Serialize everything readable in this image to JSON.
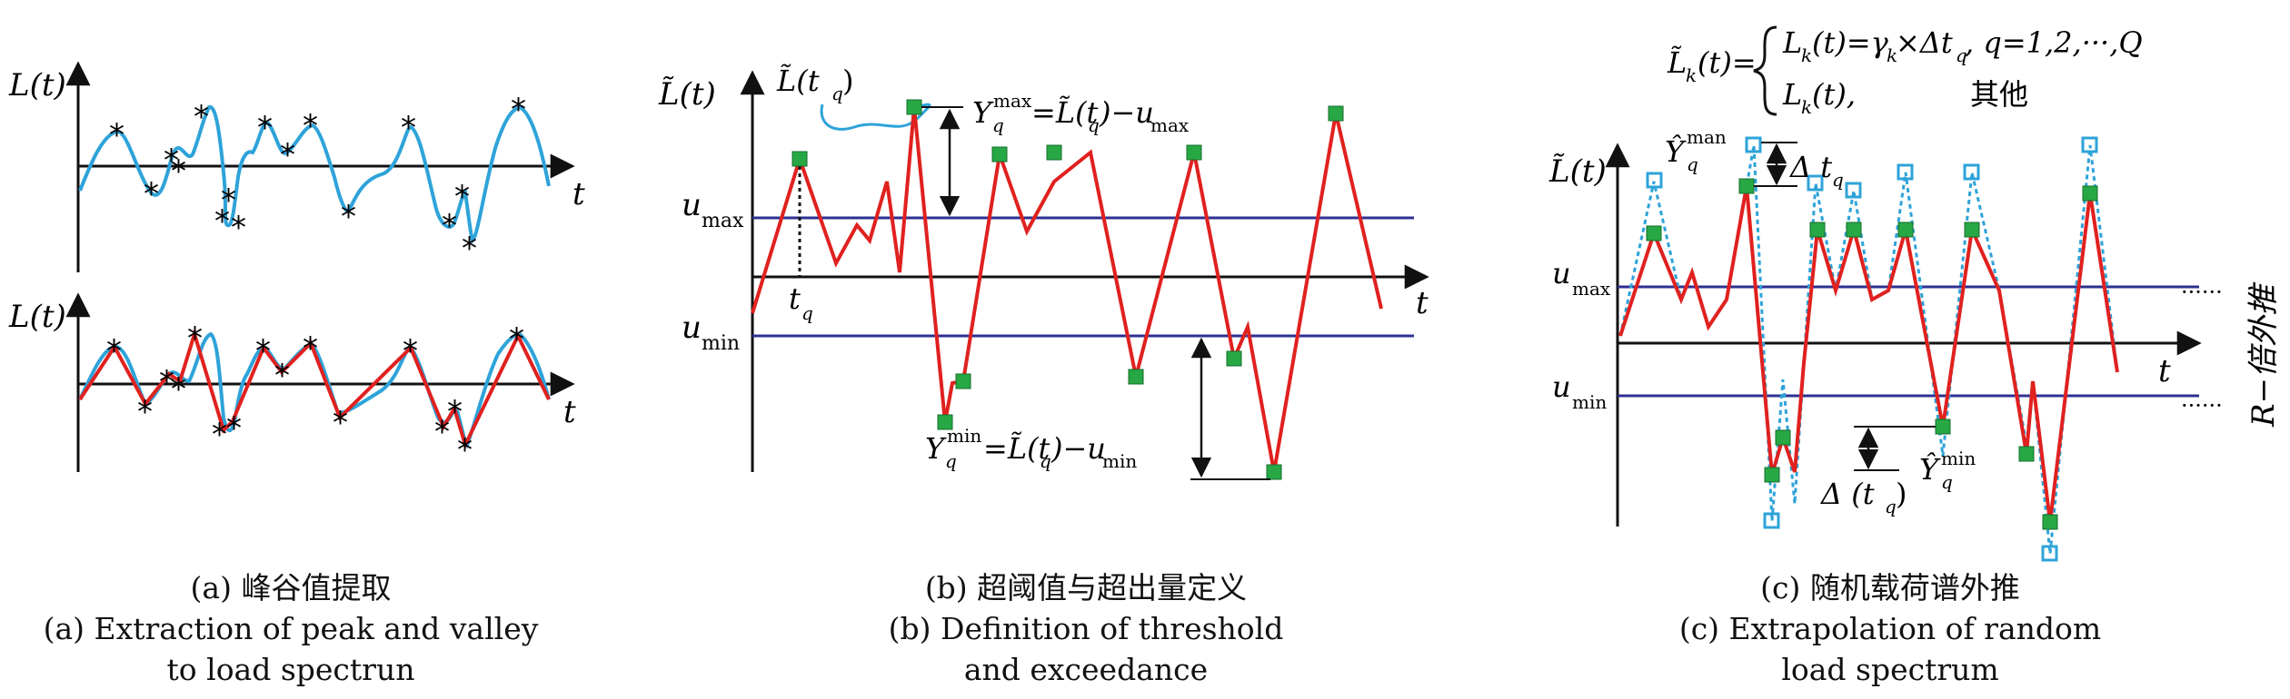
{
  "panels": {
    "a": {
      "ylabel": "L(t)",
      "xlabel": "t",
      "caption_cn": "(a) 峰谷值提取",
      "caption_en_1": "(a) Extraction of peak and valley",
      "caption_en_2": "to load spectrun"
    },
    "b": {
      "ylabel": "L̃(t)",
      "xlabel": "t",
      "ltq": "L̃(t",
      "tq": "t",
      "q": "q",
      "umax": "u",
      "umax_sub": "max",
      "umin": "u",
      "umin_sub": "min",
      "ymax_formula": "Y",
      "ymax_sup": "max",
      "ymax_rhs": "=L̃(t",
      "ymax_rhs2": ")−u",
      "ymin_formula": "Y",
      "ymin_sup": "min",
      "ymin_rhs": "=L̃(t",
      "ymin_rhs2": ")−u",
      "caption_cn": "(b) 超阈值与超出量定义",
      "caption_en_1": "(b) Definition of threshold",
      "caption_en_2": "and exceedance"
    },
    "c": {
      "ylabel": "L̃(t)",
      "xlabel": "t",
      "eq_lhs": "L̃",
      "eq_k": "k",
      "eq_t": "(t)=",
      "eq_line1": "L",
      "eq_line1b": "(t)=γ",
      "eq_line1c": "×Δt",
      "eq_line1d": ", q=1,2,···,Q",
      "eq_line2": "L",
      "eq_line2b": "(t),",
      "eq_other": "其他",
      "yhat_max": "Ŷ",
      "yhat_max_sup": "man",
      "delta_tq": "Δ t",
      "delta_paren": "Δ (t",
      "yhat_min": "Ŷ",
      "yhat_min_sup": "min",
      "umax": "u",
      "umax_sub": "max",
      "umin": "u",
      "umin_sub": "min",
      "r_extrap": "R−倍外推",
      "dots": "······",
      "caption_cn": "(c) 随机载荷谱外推",
      "caption_en_1": "(c) Extrapolation of random",
      "caption_en_2": "load spectrum"
    }
  },
  "colors": {
    "blue_curve": "#2ea3d9",
    "red_line": "#e0211f",
    "threshold": "#2e3192",
    "marker_fill": "#27a844",
    "marker_open": "#2ea3d9"
  }
}
